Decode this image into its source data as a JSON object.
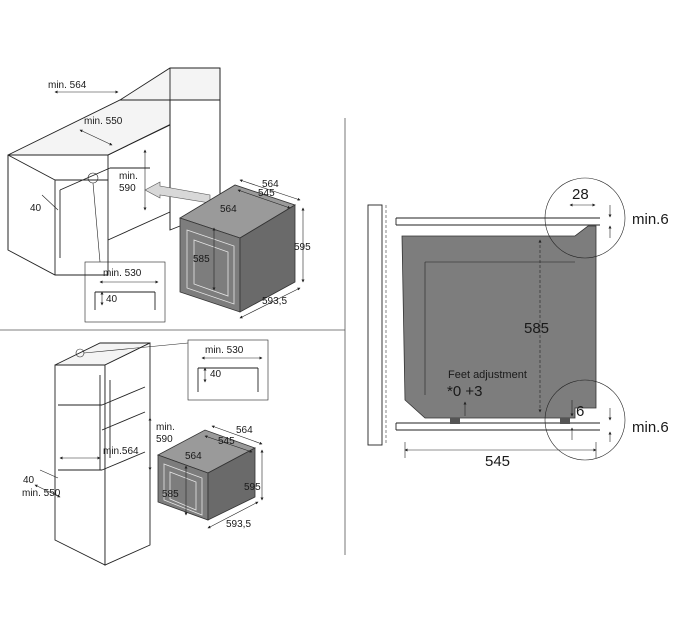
{
  "top_left": {
    "cabinet_width_min": "min. 564",
    "cabinet_depth_min": "min. 550",
    "opening_height_min_a": "min.",
    "opening_height_min_b": "590",
    "side_gap": "40",
    "vent_width_min": "min. 530",
    "vent_depth": "40",
    "oven_depth_outer": "564",
    "oven_depth_inner": "545",
    "oven_top_width": "564",
    "oven_height_front": "585",
    "oven_height_side": "595",
    "oven_width": "593,5"
  },
  "bottom_left": {
    "vent_width_min": "min. 530",
    "vent_depth": "40",
    "opening_height_min_a": "min.",
    "opening_height_min_b": "590",
    "cabinet_width_min": "min.564",
    "side_gap": "40",
    "cabinet_depth_min": "min. 550",
    "oven_depth_outer": "564",
    "oven_depth_inner": "545",
    "oven_top_width": "564",
    "oven_height_front": "585",
    "oven_height_side": "595",
    "oven_width": "593,5"
  },
  "right": {
    "top_offset": "28",
    "top_gap_min": "min.6",
    "height": "585",
    "feet_label": "Feet adjustment",
    "feet_range": "*0 +3",
    "bottom_offset": "6",
    "bottom_gap_min": "min.6",
    "depth": "545"
  }
}
